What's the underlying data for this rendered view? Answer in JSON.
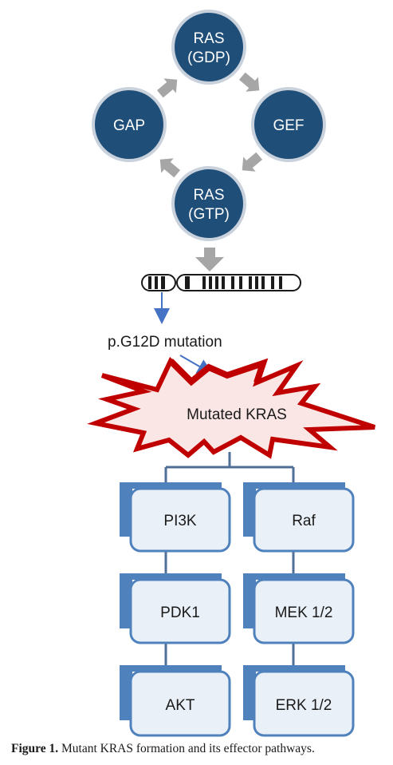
{
  "cycle": {
    "top": [
      "RAS",
      "(GDP)"
    ],
    "left": "GAP",
    "right": "GEF",
    "bottom": [
      "RAS",
      "(GTP)"
    ]
  },
  "colors": {
    "circle_fill": "#1f4e79",
    "circle_ring": "#c9d2dc",
    "arrow_gray": "#a6a6a6",
    "blue_line": "#4472c4",
    "burst_red": "#c00000",
    "burst_fill": "#fbe6e6",
    "box_shadow": "#4f81bd",
    "box_face": "#eaf0f8",
    "box_border": "#4f81bd"
  },
  "mutation_label": "p.G12D mutation",
  "burst_label": "Mutated KRAS",
  "pathways": {
    "left": [
      "PI3K",
      "PDK1",
      "AKT"
    ],
    "right": [
      "Raf",
      "MEK 1/2",
      "ERK 1/2"
    ]
  },
  "caption": {
    "lead": "Figure 1.",
    "text": " Mutant KRAS formation and its effector pathways."
  }
}
